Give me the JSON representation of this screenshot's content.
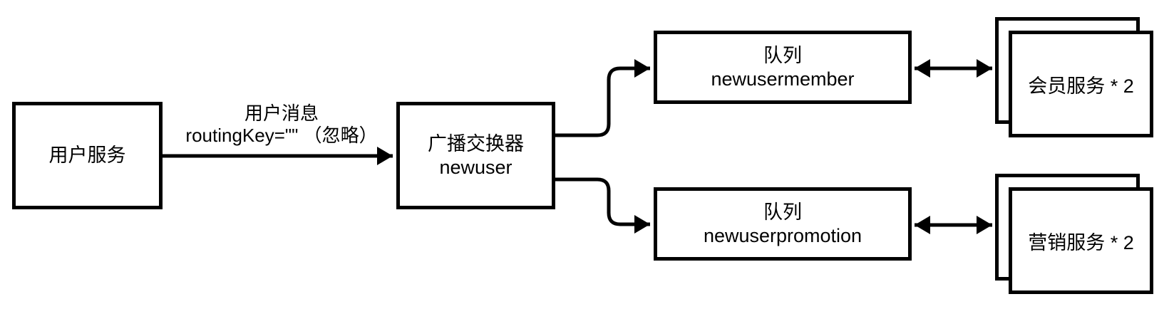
{
  "colors": {
    "stroke": "#000000",
    "background": "#ffffff"
  },
  "nodes": {
    "user_service": {
      "label": "用户服务"
    },
    "exchange": {
      "line1": "广播交换器",
      "line2": "newuser"
    },
    "queue_member": {
      "line1": "队列",
      "line2": "newusermember"
    },
    "queue_promotion": {
      "line1": "队列",
      "line2": "newuserpromotion"
    },
    "member_service": {
      "label": "会员服务 * 2"
    },
    "promotion_service": {
      "label": "营销服务 * 2"
    }
  },
  "edges": {
    "publish": {
      "line1": "用户消息",
      "line2": "routingKey=\"\" （忽略）"
    }
  }
}
